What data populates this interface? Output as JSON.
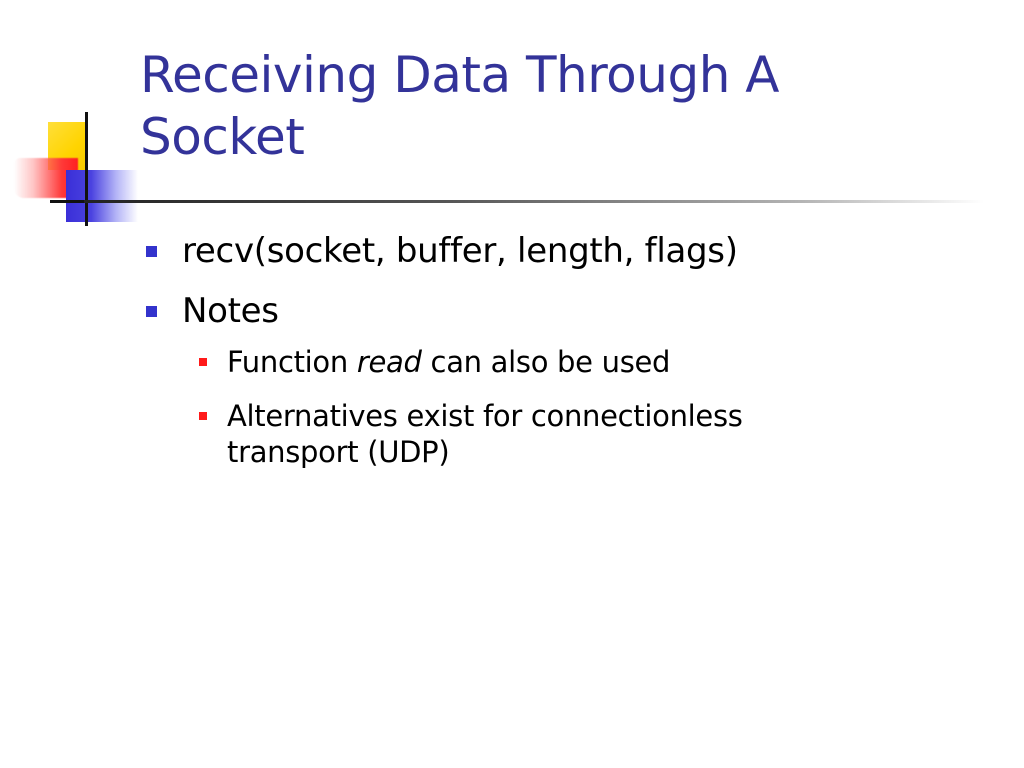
{
  "slide": {
    "title_line1": "Receiving Data Through A",
    "title_line2": "Socket",
    "bullets": [
      {
        "text": "recv(socket, buffer, length, flags)"
      },
      {
        "text": "Notes"
      }
    ],
    "sub_bullets": [
      {
        "text_before": "Function ",
        "text_italic": "read",
        "text_after": " can also be used"
      },
      {
        "text_line1": "Alternatives exist for connectionless",
        "text_line2": "transport (UDP)"
      }
    ],
    "colors": {
      "title": "#333399",
      "level1_bullet": "#3333cc",
      "level2_bullet": "#ff1a1a",
      "deco_yellow": "#ffd400",
      "deco_red": "#ff2020",
      "deco_blue": "#3a2fd8"
    }
  }
}
